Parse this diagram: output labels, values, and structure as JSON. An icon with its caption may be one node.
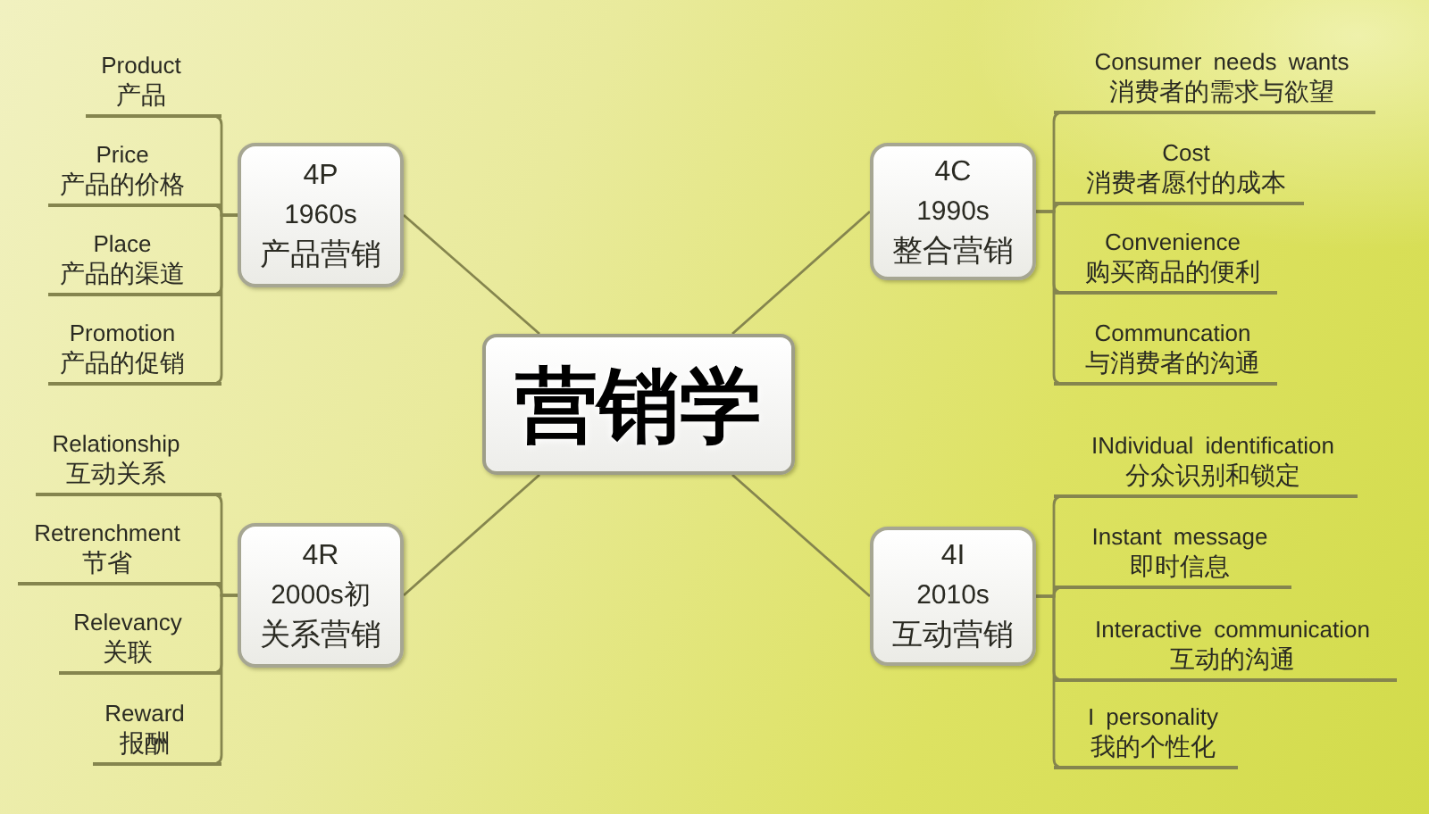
{
  "diagram": {
    "nodes": [
      {
        "text": [
          "营销学"
        ]
      },
      {
        "text": [
          "4P",
          "1960s",
          "产品营销"
        ]
      },
      {
        "text": [
          "Product",
          "产品"
        ]
      },
      {
        "text": [
          "Price",
          "产品的价格"
        ]
      },
      {
        "text": [
          "Place",
          "产品的渠道"
        ]
      },
      {
        "text": [
          "Promotion",
          "产品的促销"
        ]
      },
      {
        "text": [
          "4C",
          "1990s",
          "整合营销"
        ]
      },
      {
        "text": [
          "Consumer needs wants",
          "消费者的需求与欲望"
        ]
      },
      {
        "text": [
          "Cost",
          "消费者愿付的成本"
        ]
      },
      {
        "text": [
          "Convenience",
          "购买商品的便利"
        ]
      },
      {
        "text": [
          "Communcation",
          "与消费者的沟通"
        ]
      },
      {
        "text": [
          "4R",
          "2000s初",
          "关系营销"
        ]
      },
      {
        "text": [
          "Relationship",
          "互动关系"
        ]
      },
      {
        "text": [
          "Retrenchment",
          "节省"
        ]
      },
      {
        "text": [
          "Relevancy",
          "关联"
        ]
      },
      {
        "text": [
          "Reward",
          "报酬"
        ]
      },
      {
        "text": [
          "4I",
          "2010s",
          "互动营销"
        ]
      },
      {
        "text": [
          "INdividual identification",
          "分众识别和锁定"
        ]
      },
      {
        "text": [
          "Instant message",
          "即时信息"
        ]
      },
      {
        "text": [
          "Interactive communication",
          "互动的沟通"
        ]
      },
      {
        "text": [
          "I personality",
          "我的个性化"
        ]
      }
    ],
    "edges": [
      {
        "from": 0,
        "to": 1,
        "arrow": "none"
      },
      {
        "from": 1,
        "to": 2,
        "arrow": "none"
      },
      {
        "from": 1,
        "to": 3,
        "arrow": "none"
      },
      {
        "from": 1,
        "to": 4,
        "arrow": "none"
      },
      {
        "from": 1,
        "to": 5,
        "arrow": "none"
      },
      {
        "from": 0,
        "to": 6,
        "arrow": "none"
      },
      {
        "from": 6,
        "to": 7,
        "arrow": "none"
      },
      {
        "from": 6,
        "to": 8,
        "arrow": "none"
      },
      {
        "from": 6,
        "to": 9,
        "arrow": "none"
      },
      {
        "from": 6,
        "to": 10,
        "arrow": "none"
      },
      {
        "from": 0,
        "to": 11,
        "arrow": "none"
      },
      {
        "from": 11,
        "to": 12,
        "arrow": "none"
      },
      {
        "from": 11,
        "to": 13,
        "arrow": "none"
      },
      {
        "from": 11,
        "to": 14,
        "arrow": "none"
      },
      {
        "from": 11,
        "to": 15,
        "arrow": "none"
      },
      {
        "from": 0,
        "to": 16,
        "arrow": "none"
      },
      {
        "from": 16,
        "to": 17,
        "arrow": "none"
      },
      {
        "from": 16,
        "to": 18,
        "arrow": "none"
      },
      {
        "from": 16,
        "to": 19,
        "arrow": "none"
      },
      {
        "from": 16,
        "to": 20,
        "arrow": "none"
      }
    ]
  }
}
